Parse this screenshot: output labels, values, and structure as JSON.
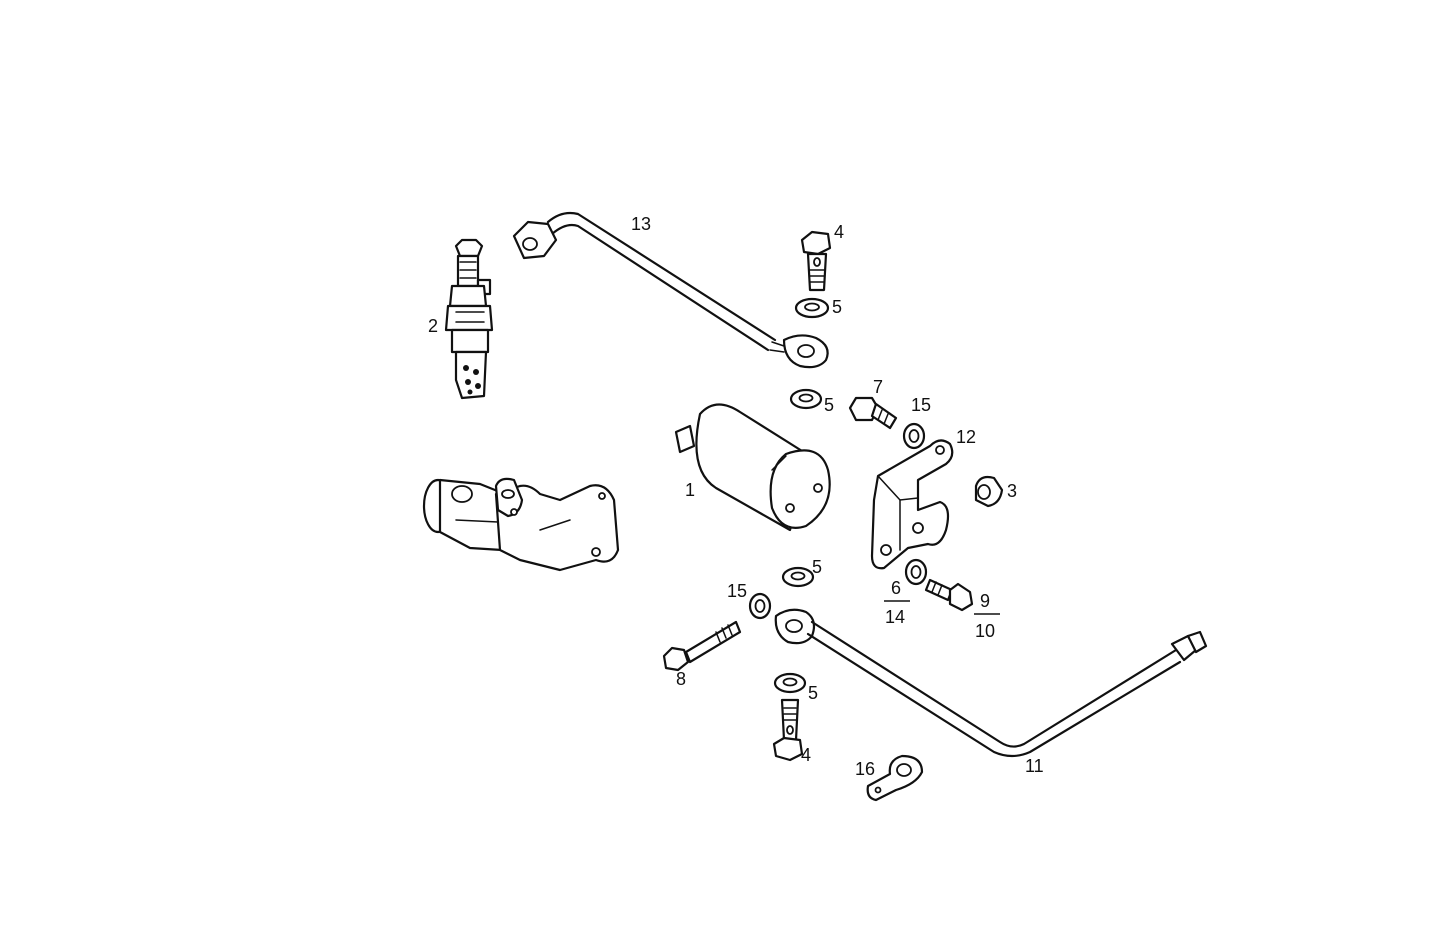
{
  "callouts": {
    "c1": "1",
    "c2": "2",
    "c3": "3",
    "c4_top": "4",
    "c4_bottom": "4",
    "c5_a": "5",
    "c5_b": "5",
    "c5_c": "5",
    "c5_d": "5",
    "c6_14": {
      "num": "6",
      "den": "14"
    },
    "c7": "7",
    "c8": "8",
    "c9_10": {
      "num": "9",
      "den": "10"
    },
    "c11": "11",
    "c12": "12",
    "c13": "13",
    "c15_a": "15",
    "c15_b": "15",
    "c16": "16"
  },
  "colors": {
    "ink": "#111111",
    "paper": "#ffffff"
  }
}
